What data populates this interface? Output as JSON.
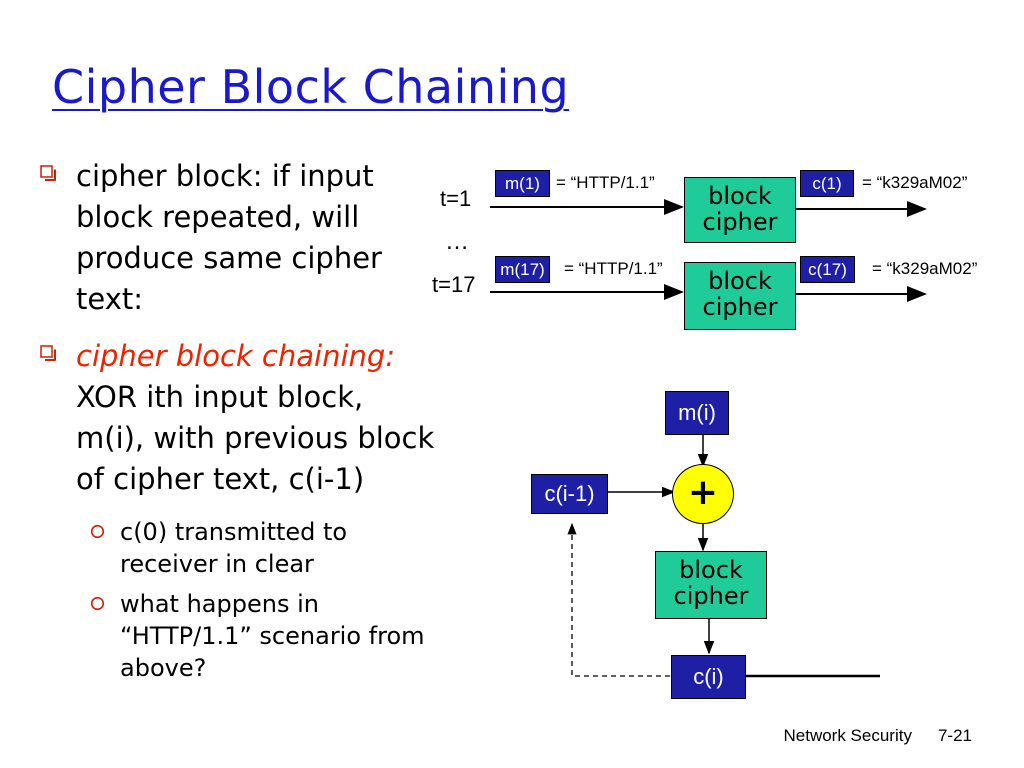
{
  "slide": {
    "title": "Cipher Block Chaining",
    "bullets": [
      {
        "text": "cipher block: if input block repeated, will produce same cipher text:"
      },
      {
        "highlight": "cipher block chaining:",
        "text": " XOR ith input block, m(i), with previous block of cipher text, c(i-1)"
      }
    ],
    "subbullets": [
      "c(0) transmitted to receiver in clear",
      "what happens in “HTTP/1.1” scenario from above?"
    ],
    "footer": {
      "label": "Network Security",
      "page": "7-21"
    }
  },
  "top_diagram": {
    "t1": "t=1",
    "ellipsis": "…",
    "t17": "t=17",
    "row1": {
      "input": "m(1)",
      "input_value": "= “HTTP/1.1”",
      "block_line1": "block",
      "block_line2": "cipher",
      "output": "c(1)",
      "output_value": "= “k329aM02”"
    },
    "row2": {
      "input": "m(17)",
      "input_value": "= “HTTP/1.1”",
      "block_line1": "block",
      "block_line2": "cipher",
      "output": "c(17)",
      "output_value": "= “k329aM02”"
    }
  },
  "cbc_diagram": {
    "input": "m(i)",
    "prev": "c(i-1)",
    "xor": "+",
    "block_line1": "block",
    "block_line2": "cipher",
    "output": "c(i)"
  },
  "colors": {
    "title": "#1a1acc",
    "blue_box": "#1f1fa6",
    "green_box": "#1fcc99",
    "xor": "#ffff00",
    "highlight": "#ee2200"
  }
}
